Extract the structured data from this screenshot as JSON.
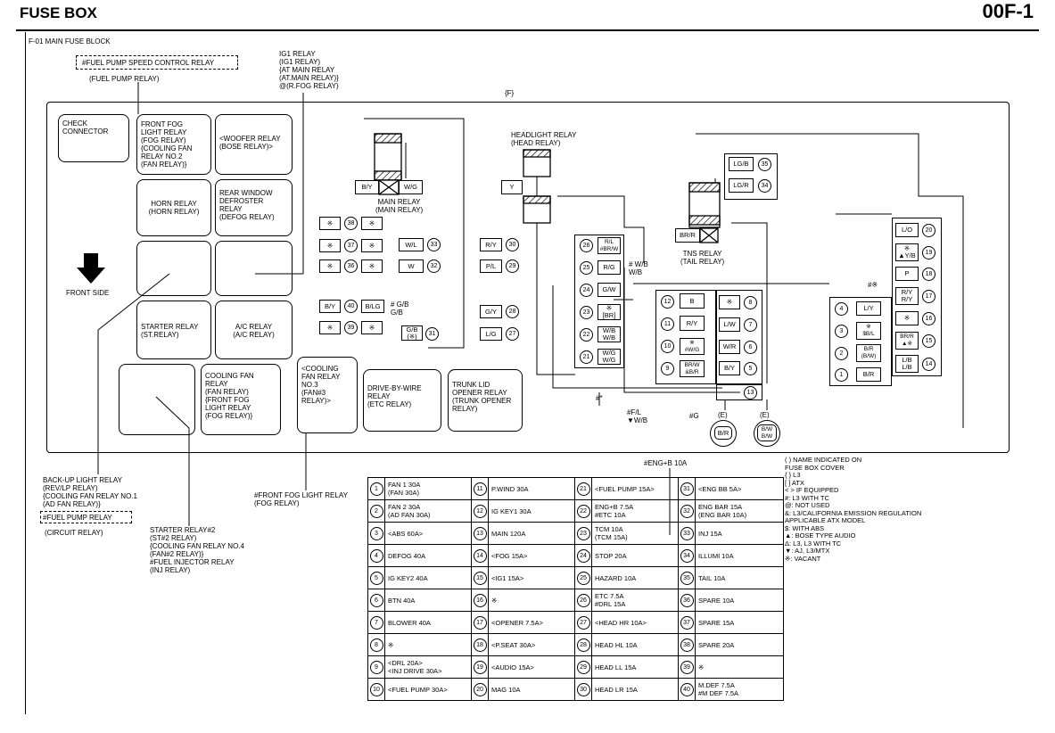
{
  "header": {
    "title": "FUSE BOX",
    "code": "00F-1",
    "subtitle": "F-01 MAIN FUSE BLOCK"
  },
  "callouts": {
    "fuel_pump_speed": "#FUEL PUMP SPEED CONTROL RELAY",
    "fuel_pump_relay": "(FUEL PUMP RELAY)",
    "ig1": "IG1 RELAY\n(IG1 RELAY)\n{AT MAIN RELAY\n(AT.MAIN RELAY)}\n@(R.FOG RELAY)",
    "f_label": "{F}",
    "headlight": "HEADLIGHT RELAY\n(HEAD RELAY)",
    "main_relay": "MAIN RELAY\n(MAIN RELAY)",
    "tns": "TNS RELAY\n(TAIL RELAY)",
    "front_side": "FRONT SIDE",
    "backup": "BACK-UP LIGHT RELAY\n(REV/LP RELAY)\n{COOLING FAN RELAY NO.1\n(AD FAN RELAY)}",
    "fuel_pump2": "#FUEL PUMP RELAY",
    "circuit": "(CIRCUIT RELAY)",
    "starter2": "STARTER RELAY#2\n(ST#2 RELAY)\n{COOLING FAN RELAY NO.4\n(FAN#2 RELAY)}\n#FUEL INJECTOR RELAY\n(INJ RELAY)",
    "front_fog": "#FRONT FOG LIGHT RELAY\n(FOG RELAY)",
    "eng_b": "#ENG+B 10A",
    "wb_note": "# W/B\nW/B",
    "gb_note": "# G/B\nG/B",
    "hash_star": "#*",
    "hash_g": "#G",
    "fr_note": "#F/L\n▼W/B",
    "hash_k": "#※",
    "e": "(E)"
  },
  "relays": {
    "check": "CHECK\nCONNECTOR",
    "front_fog": "FRONT FOG\nLIGHT RELAY\n(FOG RELAY)\n{COOLING FAN\nRELAY NO.2\n(FAN RELAY)}",
    "woofer": "<WOOFER RELAY\n(BOSE RELAY)>",
    "horn": "HORN RELAY\n(HORN RELAY)",
    "rear_window": "REAR WINDOW\nDEFROSTER\nRELAY\n(DEFOG RELAY)",
    "starter": "STARTER RELAY\n(ST.RELAY)",
    "ac": "A/C RELAY\n(A/C RELAY)",
    "cooling_fan": "COOLING FAN\nRELAY\n(FAN RELAY)\n{FRONT FOG\nLIGHT RELAY\n(FOG RELAY)}",
    "cooling_fan3": "<COOLING\nFAN RELAY\nNO.3\n(FAN#3\nRELAY)>",
    "dbw": "DRIVE-BY-WIRE\nRELAY\n(ETC RELAY)",
    "trunk": "TRUNK LID\nOPENER RELAY\n(TRUNK OPENER\nRELAY)"
  },
  "connectors": {
    "by": "B/Y",
    "wg": "W/G",
    "y": "Y",
    "brr": "BR/R",
    "lgb": "LG/B",
    "lgr": "LG/R",
    "wl": "W/L",
    "w": "W",
    "ry": "R/Y",
    "pl": "P/L",
    "gy": "G/Y",
    "lg": "L/G",
    "blg": "B/LG",
    "gb": "G/B\n(※)",
    "star": "※",
    "rl": "R/L\n#BR/W",
    "rg": "R/G",
    "gw": "G/W",
    "br_star": "※\n[BR]",
    "wb": "W/B\nW/B",
    "wg2": "W/G\nW/G",
    "b": "B",
    "ry2": "R/Y",
    "wgs": "※\n#W/G",
    "brw": "BR/W\n&B/R",
    "lw": "L/W",
    "wr": "W/R",
    "by2": "B/Y",
    "lo": "L/O",
    "yb": "※\n▲Y/B",
    "p": "P",
    "ryry": "R/Y\nR/Y",
    "ly": "L/Y",
    "sbl": "※\n$B/L",
    "brbw": "B/R\n(B/W)",
    "br": "B/R",
    "brrs": "BR/R\n▲※",
    "lblb": "L/B\nL/B",
    "e1": "B/R",
    "e2": "B/W\nB/W"
  },
  "fuses": [
    [
      "1",
      "FAN 1 30A\n(FAN 30A)",
      "11",
      "P.WIND 30A",
      "21",
      "<FUEL PUMP 15A>",
      "31",
      "<ENG BB 5A>"
    ],
    [
      "2",
      "FAN 2 30A\n(AD FAN 30A)",
      "12",
      "IG KEY1 30A",
      "22",
      "ENG+B 7.5A\n#ETC 10A",
      "32",
      "ENG BAR 15A\n(ENG BAR 10A)"
    ],
    [
      "3",
      "<ABS 60A>",
      "13",
      "MAIN 120A",
      "23",
      "TCM 10A\n(TCM 15A)",
      "33",
      "INJ 15A"
    ],
    [
      "4",
      "DEFOG 40A",
      "14",
      "<FOG 15A>",
      "24",
      "STOP 20A",
      "34",
      "ILLUMI 10A"
    ],
    [
      "5",
      "IG KEY2 40A",
      "15",
      "<IG1 15A>",
      "25",
      "HAZARD 10A",
      "35",
      "TAIL 10A"
    ],
    [
      "6",
      "BTN 40A",
      "16",
      "※",
      "26",
      "ETC 7.5A\n#DRL 15A",
      "36",
      "SPARE 10A"
    ],
    [
      "7",
      "BLOWER 40A",
      "17",
      "<OPENER 7.5A>",
      "27",
      "<HEAD HR 10A>",
      "37",
      "SPARE 15A"
    ],
    [
      "8",
      "※",
      "18",
      "<P.SEAT 30A>",
      "28",
      "HEAD HL 10A",
      "38",
      "SPARE 20A"
    ],
    [
      "9",
      "<DRL 20A>\n<INJ DRIVE 30A>",
      "19",
      "<AUDIO 15A>",
      "29",
      "HEAD LL 15A",
      "39",
      "※"
    ],
    [
      "10",
      "<FUEL PUMP 30A>",
      "20",
      "MAG 10A",
      "30",
      "HEAD LR 15A",
      "40",
      "M.DEF 7.5A\n#M DEF 7.5A"
    ]
  ],
  "legend": [
    "( ) NAME INDICATED ON\n    FUSE BOX COVER",
    "{ } L3",
    "[ ] ATX",
    "< > IF EQUIPPED",
    "#: L3 WITH TC",
    "@: NOT USED",
    "&: L3/CALIFORNIA EMISSION REGULATION\n    APPLICABLE ATX MODEL",
    "$: WITH ABS",
    "▲: BOSE TYPE AUDIO",
    "Δ: L3, L3 WITH TC",
    "▼: AJ, L3/MTX",
    "※: VACANT"
  ]
}
